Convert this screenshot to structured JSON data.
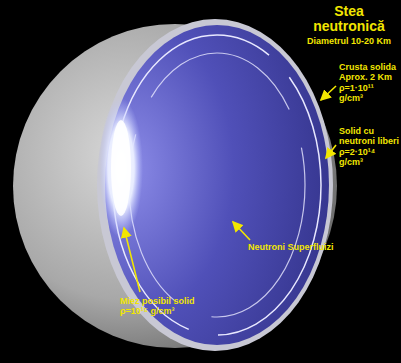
{
  "diagram": {
    "title": "Stea neutronică",
    "labels": [
      "Diametrul 10-20 Km",
      "Crusta solida",
      "Aprox. 2 Km",
      "ρ=1·10¹¹ g/cm³",
      "Solid cu neutroni liberi",
      "ρ=2·10¹⁴ g/cm³",
      "Neutroni Superfluizi",
      "Miez posibil solid",
      "ρ=10¹⁵ g/cm³"
    ]
  }
}
